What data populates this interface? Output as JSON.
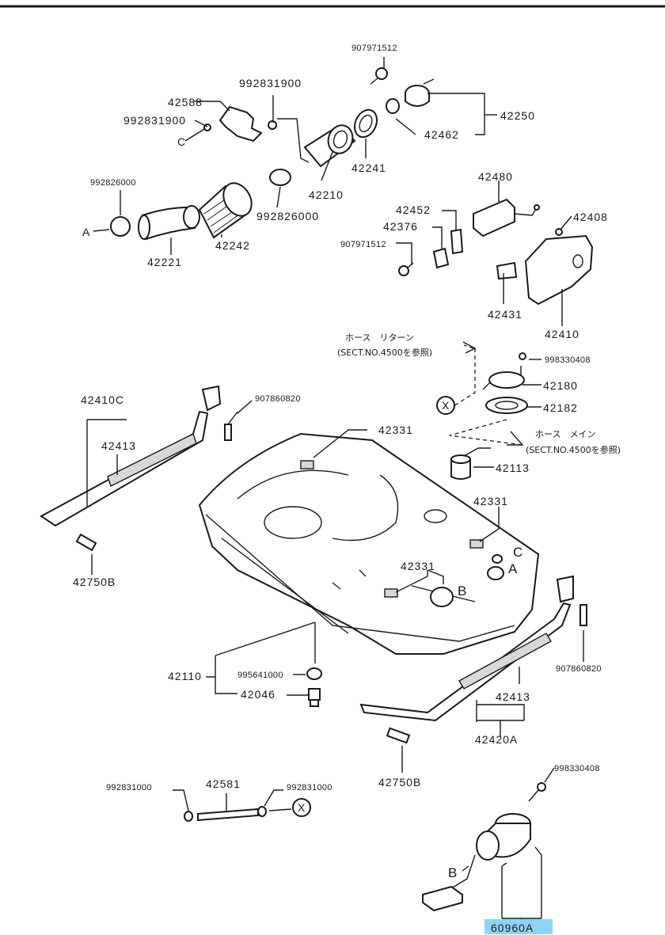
{
  "parts": {
    "p907971512_top": "907971512",
    "p992831900_a": "992831900",
    "p42588": "42588",
    "p992831900_b": "992831900",
    "p42250": "42250",
    "p42462": "42462",
    "p42241": "42241",
    "p42210": "42210",
    "p992826000_a": "992826000",
    "p992826000_b": "992826000",
    "p42242": "42242",
    "p42221": "42221",
    "p42480": "42480",
    "p42452": "42452",
    "p42376": "42376",
    "p42408": "42408",
    "p907971512_mid": "907971512",
    "p42431": "42431",
    "p42410": "42410",
    "p998330408_a": "998330408",
    "p42180": "42180",
    "p42182": "42182",
    "p42113": "42113",
    "p42410C": "42410C",
    "p42413_left": "42413",
    "p907860820_left": "907860820",
    "p42750B_left": "42750B",
    "p42331_top": "42331",
    "p42331_mid": "42331",
    "p42331_low": "42331",
    "p42110": "42110",
    "p995641000": "995641000",
    "p42046": "42046",
    "p907860820_right": "907860820",
    "p42413_right": "42413",
    "p42420A": "42420A",
    "p42750B_right": "42750B",
    "p992831000_a": "992831000",
    "p42581": "42581",
    "p992831000_b": "992831000",
    "p998330408_b": "998330408",
    "p60960A": "60960A"
  },
  "refs": {
    "A_left": "A",
    "C_left": "C",
    "X_mid": "X",
    "X_low": "X",
    "A_tank": "A",
    "B_tank": "B",
    "C_tank": "C",
    "B_pump": "B"
  },
  "notes": {
    "return_title": "ホース　リターン",
    "return_ref": "(SECT.NO.4500を参照)",
    "main_title": "ホース　メイン",
    "main_ref": "(SECT.NO.4500を参照)"
  },
  "colors": {
    "highlight": "#8fd3f4",
    "line": "#1a1a1a"
  }
}
